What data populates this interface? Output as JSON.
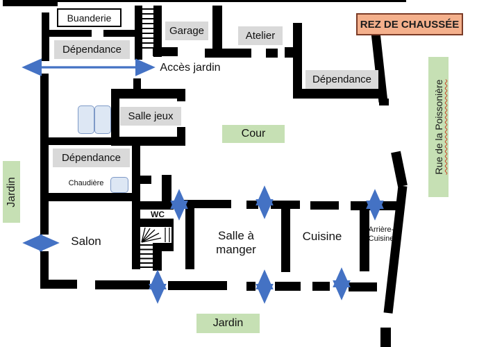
{
  "banner": {
    "text": "REZ DE CHAUSSÉE"
  },
  "rooms": {
    "buanderie": "Buanderie",
    "dependance_top": "Dépendance",
    "garage": "Garage",
    "atelier": "Atelier",
    "dependance_right": "Dépendance",
    "salle_jeux": "Salle jeux",
    "cour": "Cour",
    "dependance_mid": "Dépendance",
    "chaudiere": "Chaudière",
    "wc": "WC",
    "salon": "Salon",
    "salle_a_manger": "Salle à manger",
    "cuisine": "Cuisine",
    "arriere_cuisine": "Arrière-Cuisine"
  },
  "outdoor": {
    "jardin_left": "Jardin",
    "jardin_bottom": "Jardin",
    "street": "Rue de la Poissonière",
    "acces_jardin": "Accès jardin"
  },
  "colors": {
    "wall": "#000000",
    "door_arrow": "#4472c4",
    "room_label_bg": "#d9d9d9",
    "outdoor_label_bg": "#c6e0b4",
    "banner_bg": "#f4b08c",
    "banner_border": "#7b3b26",
    "radiator_fill": "#dde7f4",
    "radiator_border": "#7d99c7"
  }
}
